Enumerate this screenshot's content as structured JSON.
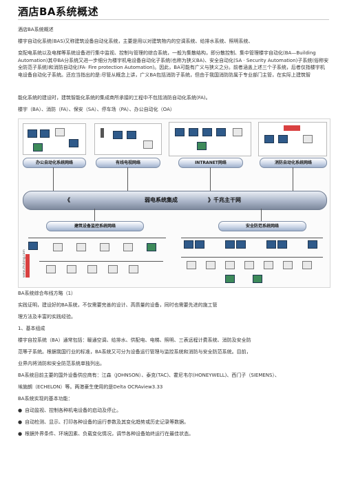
{
  "title": "酒店BA系统概述",
  "paragraphs": [
    "酒店BA系统概述",
    "楼宇自动化系统(BAS)又称建筑设备自动化系统，主要是用以对建筑物内的空调系统、给排水系统、照明系统、",
    "变配电系统以及电梯等系统设备进行集中监视、控制与管理的综合系统，一般为集散结构，即分散控制、集中管理楼宇自动化(BA—Building Automation)其中BA分系统又进一步细分为楼宇机电设备自动化子系统(也称为狭义BA)、安全自动化(SA · Security Automation)子系统(俗称安全防范子系统)和消防自动化(FA· Fire protection Automation)。因此，BA可能有广义与狭义之分。前者涵盖上述三个子系统，后者仅指楼宇机电设备自动化子系统。还应当指出的是:尽管从概念上讲，广义BA包括消防子系统，但由于我国消防防属于专业部门主管，在实际上建筑智",
    "能化系统的建设时，建筑智能化系统的集成商所承接的工程中不包括消防自动化系统(FA)。",
    "楼宇（BA）、消防（FA）、保安（SA）、停车场（PA）、办公自动化（OA）"
  ],
  "diagram": {
    "networks_top": [
      "办公自动化系统网络",
      "有线电视网络",
      "INTRANET网络",
      "消防自动化系统网络"
    ],
    "trunk_left": "《",
    "trunk_center": "弱电系统集成",
    "trunk_right": "》千兆主干网",
    "networks_bottom": [
      "建筑设备监控系统网络",
      "安全防范系统网络"
    ],
    "watermark": "www.zhulong.com"
  },
  "body_after": [
    "BA系统综合布线方略（1）",
    "实践证明，建设好的BA系统，不仅需要完善的设计、高质量的设备，同时也需要先进的施工管",
    "理方法及丰富的实践经验。",
    "1、基本组成",
    "楼宇自控系统（BA）通常包括：暖通空调、给排水、供配电、电梯、照明、三表远程计费系统、消防及安全防",
    "范等子系统。根据我国行业的标准，BA系统又可分为设备运行管理与监控系统和消防与安全防范系统。目前，",
    "业界内将消防和安全防范系统单独列出。",
    "BA系统目前主要的国外设备供应商有：江森（JOHNSON）、泰克(TAC)、霍尼韦尔(HONEYWELL)、西门子（SIEMENS）、",
    "埃施朗（ECHELON）等。两港豪生使用的是Delta OCRAview3.33",
    "BA系统实现的基本功能：",
    "自动监视、控制各种机电设备的启动及停止。",
    "自动检测、显示、打印各种设备的运行参数及其变化趋势或历史记录等数据。",
    "根据外界条件、环境因素、负载变化情况，调节各种设备始终运行在最佳状态。"
  ],
  "colors": {
    "trunk": "#aab5c8",
    "network_label": "#c9d4e6",
    "device": "#2f5a8a"
  }
}
